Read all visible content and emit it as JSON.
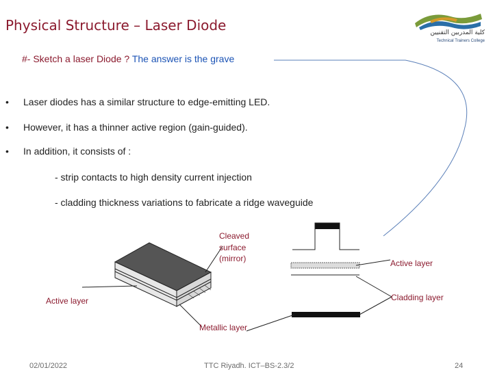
{
  "slide": {
    "title": "Physical Structure – Laser Diode",
    "question_prefix": "#- Sketch  a laser Diode ? ",
    "question_answer": "The answer is the grave",
    "bullets": [
      "Laser diodes has a similar structure to edge-emitting LED.",
      "However, it has a thinner active region (gain-guided).",
      "In addition, it consists of :"
    ],
    "sub_items": [
      "- strip contacts to high density current injection",
      "- cladding thickness variations to fabricate a ridge waveguide"
    ]
  },
  "diagram": {
    "cleaved_line1": "Cleaved",
    "cleaved_line2": "surface",
    "cleaved_line3": "(mirror)",
    "active_layer_left": "Active layer",
    "active_layer_right": "Active layer",
    "cladding_layer": "Cladding layer",
    "metallic_layer": "Metallic layer"
  },
  "logo": {
    "arabic_text": "كلية المدربين التقنيين",
    "english_text": "Technical Trainers College",
    "colors": [
      "#7a9b3a",
      "#2a6fa8",
      "#d49a2a"
    ]
  },
  "footer": {
    "date": "02/01/2022",
    "center": "TTC Riyadh. ICT–BS-2.3/2",
    "page": "24"
  },
  "colors": {
    "title": "#8b1a2e",
    "answer": "#1b53b5"
  }
}
